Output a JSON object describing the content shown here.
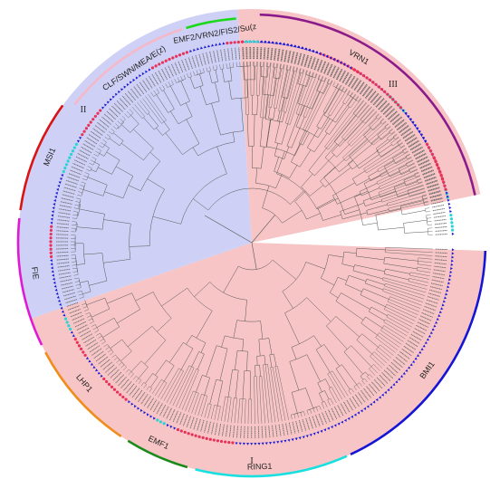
{
  "figure": {
    "groups": [
      {
        "label": "I",
        "color": "#f7c5c5"
      },
      {
        "label": "II",
        "color": "#cfd0f5"
      },
      {
        "label": "III",
        "color": "#f7c5c5"
      }
    ],
    "clades": [
      {
        "label": "VRN1",
        "color": "#8b1a8b"
      },
      {
        "label": "BMI1",
        "color": "#1515d6"
      },
      {
        "label": "RING1",
        "color": "#19e0e0"
      },
      {
        "label": "EMF1",
        "color": "#1a8a1a"
      },
      {
        "label": "LHP1",
        "color": "#f08c1a"
      },
      {
        "label": "FIE",
        "color": "#e01ad4"
      },
      {
        "label": "MSI1",
        "color": "#d81414"
      },
      {
        "label": "CLF/SWN/MEA/E(z)",
        "color": "#f5b8c8"
      },
      {
        "label": "EMF2/VRN2/FIS2/Su(z",
        "color": "#1ad81a"
      }
    ],
    "marker_colors": {
      "triangle": "#1a1ad6",
      "circle_a": "#e8325a",
      "circle_b": "#2ad4d4"
    },
    "line_color": "#555555"
  }
}
